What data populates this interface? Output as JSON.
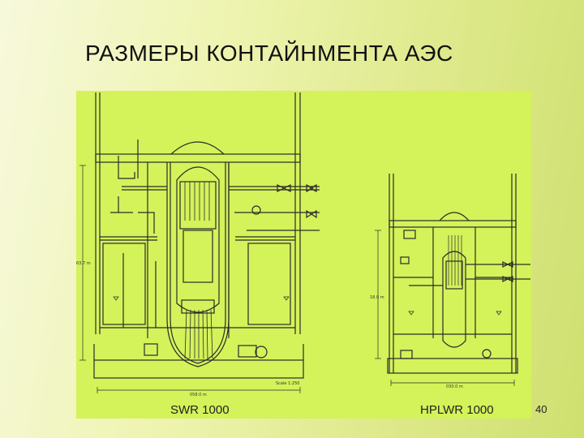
{
  "title": "РАЗМЕРЫ КОНТАЙНМЕНТА АЭС",
  "left_plant": {
    "caption": "SWR 1000",
    "height_dim": "63.7 m",
    "width_dim": "058.0 m",
    "scale_note": "Scale 1:250"
  },
  "right_plant": {
    "caption": "HPLWR 1000",
    "height_dim": "18.0 m",
    "width_dim": "030.0 m"
  },
  "page_number": "40",
  "colors": {
    "panel_bg": "#d4f25a",
    "line": "#2b2b2b",
    "background_left": "#f7f9dc",
    "background_right": "#cfe06f"
  }
}
